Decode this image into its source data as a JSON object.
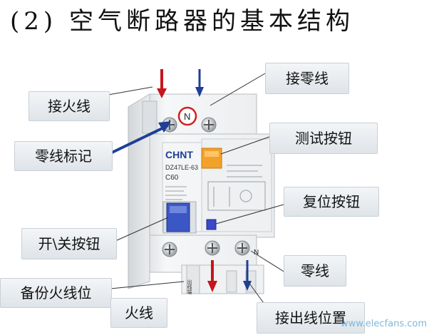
{
  "title": "(2) 空气断路器的基本结构",
  "labels": {
    "live_in": "接火线",
    "neutral_in": "接零线",
    "neutral_mark": "零线标记",
    "test_button": "测试按钮",
    "reset_button": "复位按钮",
    "on_off_button": "开\\关按钮",
    "neutral": "零线",
    "backup_live": "备份火线位",
    "live": "火线",
    "outlet_position": "接出线位置"
  },
  "device": {
    "brand": "CHNT",
    "model": "DZ47LE-63",
    "rating": "C60",
    "n_mark": "N",
    "slot_text": "出线端"
  },
  "watermark": "www.elecfans.com",
  "colors": {
    "arrow_red": "#c4161c",
    "arrow_blue": "#1d3f95",
    "circle_red": "#d0201f",
    "body_white": "#f2f3f4"
  }
}
